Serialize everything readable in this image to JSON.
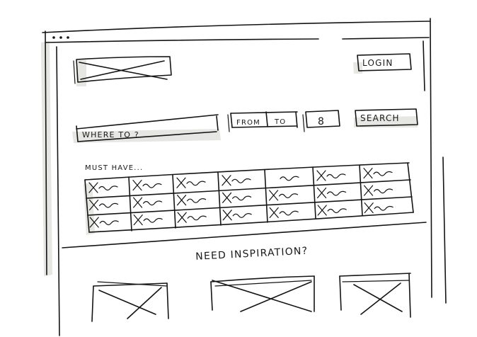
{
  "colors": {
    "ink": "#141414",
    "shadow": "#e6e6e3",
    "paper": "#ffffff"
  },
  "header": {
    "logo_icon": "logo-placeholder-icon",
    "login_label": "LOGIN"
  },
  "search": {
    "where_placeholder": "WHERE TO ?",
    "from_label": "FROM",
    "to_label": "TO",
    "guests_value": "8",
    "search_label": "SEARCH"
  },
  "filters": {
    "heading": "MUST HAVE...",
    "rows": 3,
    "cols": 7
  },
  "inspiration": {
    "heading": "NEED INSPIRATION?",
    "cards": [
      "image-placeholder-icon",
      "image-placeholder-icon",
      "image-placeholder-icon"
    ]
  }
}
